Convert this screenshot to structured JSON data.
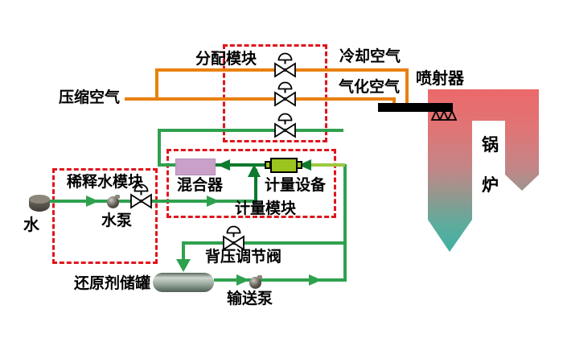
{
  "labels": {
    "compressed_air": "压缩空气",
    "distribution_module": "分配模块",
    "cooling_air": "冷却空气",
    "gasification_air": "气化空气",
    "injector": "喷射器",
    "boiler_char_top": "锅",
    "boiler_char_bottom": "炉",
    "dilution_water_module": "稀释水模块",
    "water": "水",
    "water_pump": "水泵",
    "mixer": "混合器",
    "metering_device": "计量设备",
    "metering_module": "计量模块",
    "back_pressure_valve": "背压调节阀",
    "reductant_tank": "还原剂储罐",
    "transfer_pump": "输送泵"
  },
  "colors": {
    "air_pipe": "#E8800F",
    "liquid_pipe": "#2FA14E",
    "liquid_pipe_dark": "#0E7A2E",
    "liquid_pipe_light": "#9CC83E",
    "module_border": "#E0151C",
    "mixer_fill": "#C8A0C8",
    "metering_device_fill": "#9BC41E",
    "boiler_gradient_top": "#EC696B",
    "boiler_gradient_bottom": "#3DB2A2",
    "injector_lance": "#000000"
  }
}
